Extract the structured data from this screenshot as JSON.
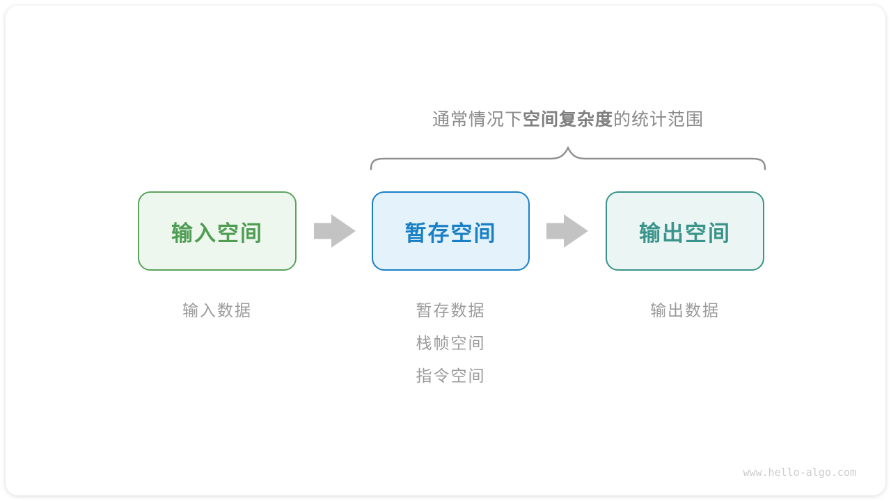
{
  "diagram": {
    "title": {
      "prefix": "通常情况下",
      "emphasis": "空间复杂度",
      "suffix": "的统计范围"
    },
    "boxes": [
      {
        "id": "input-space",
        "label": "输入空间",
        "border_color": "#5ba35e",
        "fill_color": "#eef7ee",
        "text_color": "#4f9c53"
      },
      {
        "id": "temp-space",
        "label": "暂存空间",
        "border_color": "#1a80c6",
        "fill_color": "#e4f2fb",
        "text_color": "#1a80c6"
      },
      {
        "id": "output-space",
        "label": "输出空间",
        "border_color": "#3b948b",
        "fill_color": "#ebf5f3",
        "text_color": "#3b948b"
      }
    ],
    "captions": {
      "input": [
        "输入数据"
      ],
      "temp": [
        "暂存数据",
        "栈帧空间",
        "指令空间"
      ],
      "output": [
        "输出数据"
      ]
    },
    "icons": {
      "arrow_color": "#c3c3c3",
      "brace_color": "#8f8f8f"
    },
    "watermark": "www.hello-algo.com"
  }
}
